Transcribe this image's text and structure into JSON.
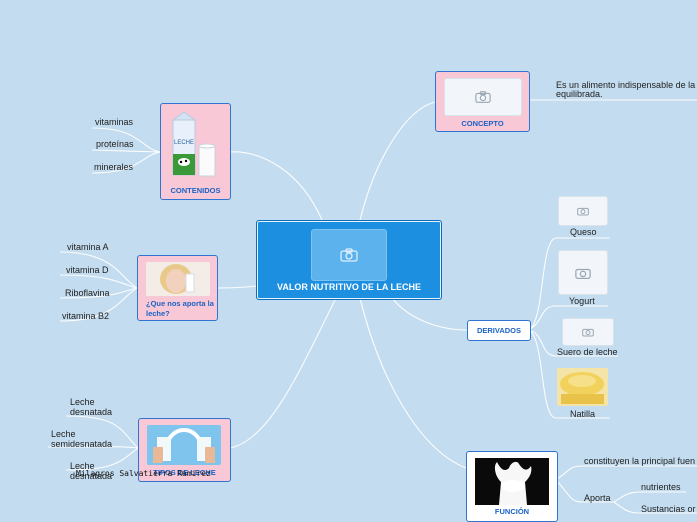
{
  "center": {
    "title": "VALOR NUTRITIVO DE LA LECHE",
    "icon": "camera-icon"
  },
  "concepto": {
    "label": "CONCEPTO",
    "text_line1": "Es un alimento indispensable de la",
    "text_line2": "equilibrada."
  },
  "contenidos": {
    "label": "CONTENIDOS",
    "items": [
      "vitaminas",
      "proteínas",
      "minerales"
    ],
    "image": "milk-carton-image"
  },
  "que_nos_aporta": {
    "label": "¿Que nos aporta la leche?",
    "items": [
      "vitamina A",
      "vitamina D",
      "Riboflavina",
      "vitamina B2"
    ],
    "image": "woman-drinking-milk-image"
  },
  "tipos": {
    "label": "TIPOS DE LECHE",
    "items": [
      "Leche desnatada",
      "Leche semidesnatada",
      "Leche desnatada"
    ],
    "image": "milk-splash-glasses-image"
  },
  "author": "Milagros Salvatierra Ramirez",
  "derivados": {
    "label": "DERIVADOS",
    "items": [
      "Queso",
      "Yogurt",
      "Suero de leche",
      "Natilla"
    ]
  },
  "funcion": {
    "label": "FUNCIÓN",
    "text1": "constituyen la principal fuen",
    "aporta": "Aporta",
    "sub1": "nutrientes",
    "sub2": "Sustancias or"
  },
  "colors": {
    "background": "#c3dcef",
    "central_topic": "#1d8fe1",
    "topic_border": "#2f74d0",
    "topic_fill": "#f9c8d6",
    "topic_text": "#1a63c6"
  }
}
